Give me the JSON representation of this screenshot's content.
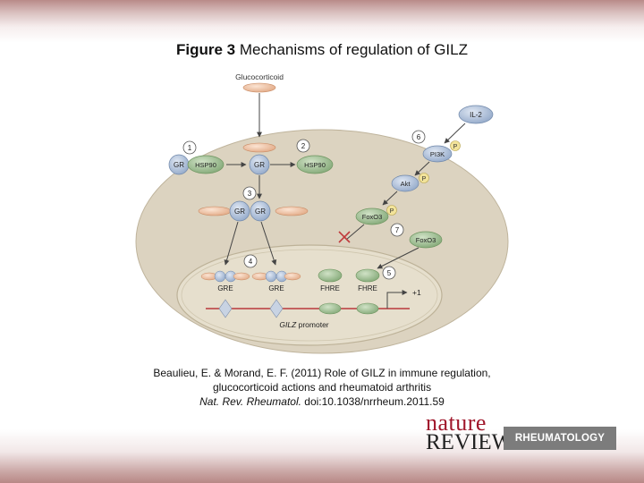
{
  "title": {
    "figure_label": "Figure 3",
    "text": "Mechanisms of regulation of GILZ"
  },
  "diagram": {
    "glucocorticoid": "Glucocorticoid",
    "il2": "IL-2",
    "pi3k": "PI3K",
    "akt": "Akt",
    "foxo3_bound": "FoxO3",
    "foxo3_free": "FoxO3",
    "phospho": "P",
    "gr_label": "GR",
    "hsp90_label": "HSP90",
    "gre_label": "GRE",
    "fhre_label": "FHRE",
    "promoter_gene": "GILZ",
    "promoter_text": " promoter",
    "tss": "+1",
    "steps": [
      "1",
      "2",
      "3",
      "4",
      "5",
      "6",
      "7"
    ]
  },
  "citation": {
    "line1": "Beaulieu, E. & Morand, E. F. (2011) Role of GILZ in immune regulation,",
    "line2": "glucocorticoid actions and rheumatoid arthritis",
    "journal": "Nat. Rev. Rheumatol.",
    "doi": " doi:10.1038/nrrheum.2011.59"
  },
  "logo": {
    "nature": "nature",
    "reviews": "REVIEWS",
    "rheumatology": "RHEUMATOLOGY"
  },
  "colors": {
    "cell": "#dcd3c0",
    "nucleus": "#e6dfcd",
    "receptor_blue": "#aebfd8",
    "protein_green": "#a6c39a",
    "ligand_orange": "#efc5a8",
    "phospho_yellow": "#f2e39a",
    "logo_red": "#a0172b"
  }
}
